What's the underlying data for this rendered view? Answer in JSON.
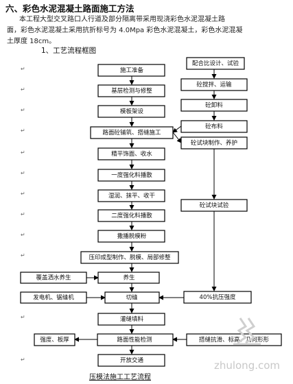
{
  "section": {
    "heading": "六、彩色水泥混凝土路面施工方法",
    "paragraph_lines": [
      "本工程大型交叉路口人行道及部分隔离带采用现浇彩色水泥混凝土路",
      "面，彩色水泥混凝土采用抗折标号为 4.0Mpa 彩色水泥混凝土，彩色水泥混凝",
      "土厚度 18cm。"
    ],
    "subheading": "1、工艺流程框图"
  },
  "flowchart": {
    "main": [
      "施工准备",
      "基层检测与修整",
      "模板架设",
      "路面砼铺筑、搭缝施工",
      "精平饰面、收水",
      "一度强化料播散",
      "湿润、抹平、收干",
      "二度强化料播散",
      "撒播脱模粉",
      "压印成型制作、脱模、局部修整",
      "养生",
      "切缝",
      "灌缝填料",
      "路面性能检测",
      "开放交通"
    ],
    "right": [
      "配合比设计、试验",
      "砼搅拌、运输",
      "砼卸料",
      "砼布料",
      "砼试块制作、养护",
      "砼试块试验",
      "40%抗压强度",
      "搭缝抗滑、标高、几何形形"
    ],
    "left": [
      "覆盖洒水养生",
      "发电机、锯缝机",
      "强度、板厚"
    ]
  },
  "caption": "压模法施工工艺流程",
  "watermark": "zhulong.com"
}
